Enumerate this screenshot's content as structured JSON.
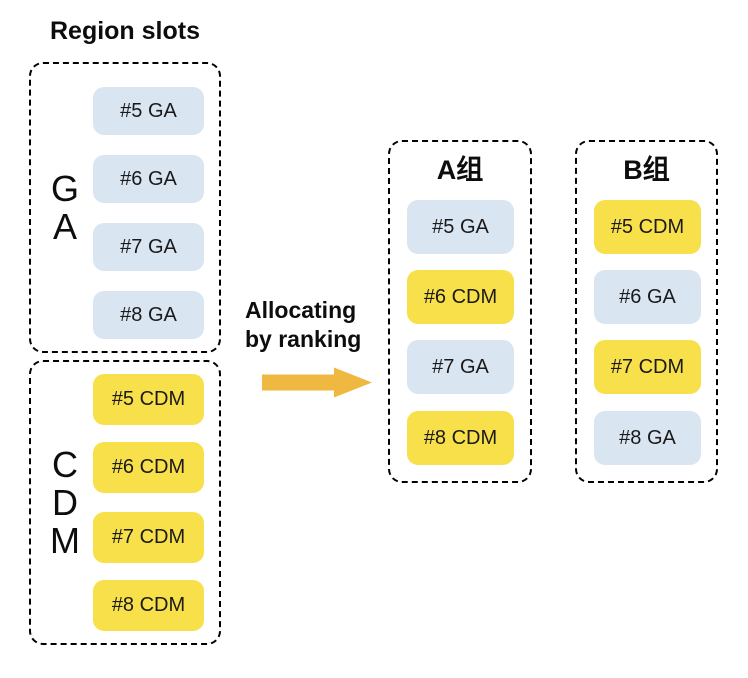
{
  "title": "Region slots",
  "colors": {
    "slot_ga_fill": "#DAE5F2",
    "slot_cdm_fill": "#F8E04B",
    "arrow_fill": "#EFB840",
    "border": "#000000",
    "text": "#1A1A1A"
  },
  "left_groups": [
    {
      "name": "GA",
      "label_lines": [
        "G",
        "A"
      ],
      "slots": [
        {
          "text": "#5 GA",
          "type": "ga"
        },
        {
          "text": "#6 GA",
          "type": "ga"
        },
        {
          "text": "#7 GA",
          "type": "ga"
        },
        {
          "text": "#8 GA",
          "type": "ga"
        }
      ]
    },
    {
      "name": "CDM",
      "label_lines": [
        "C",
        "D",
        "M"
      ],
      "slots": [
        {
          "text": "#5 CDM",
          "type": "cdm"
        },
        {
          "text": "#6 CDM",
          "type": "cdm"
        },
        {
          "text": "#7 CDM",
          "type": "cdm"
        },
        {
          "text": "#8 CDM",
          "type": "cdm"
        }
      ]
    }
  ],
  "flow": {
    "label_lines": [
      "Allocating",
      "by ranking"
    ],
    "arrow_icon": "right-block-arrow"
  },
  "right_groups": [
    {
      "header": "A组",
      "slots": [
        {
          "text": "#5 GA",
          "type": "ga"
        },
        {
          "text": "#6 CDM",
          "type": "cdm"
        },
        {
          "text": "#7 GA",
          "type": "ga"
        },
        {
          "text": "#8 CDM",
          "type": "cdm"
        }
      ]
    },
    {
      "header": "B组",
      "slots": [
        {
          "text": "#5 CDM",
          "type": "cdm"
        },
        {
          "text": "#6 GA",
          "type": "ga"
        },
        {
          "text": "#7 CDM",
          "type": "cdm"
        },
        {
          "text": "#8 GA",
          "type": "ga"
        }
      ]
    }
  ]
}
